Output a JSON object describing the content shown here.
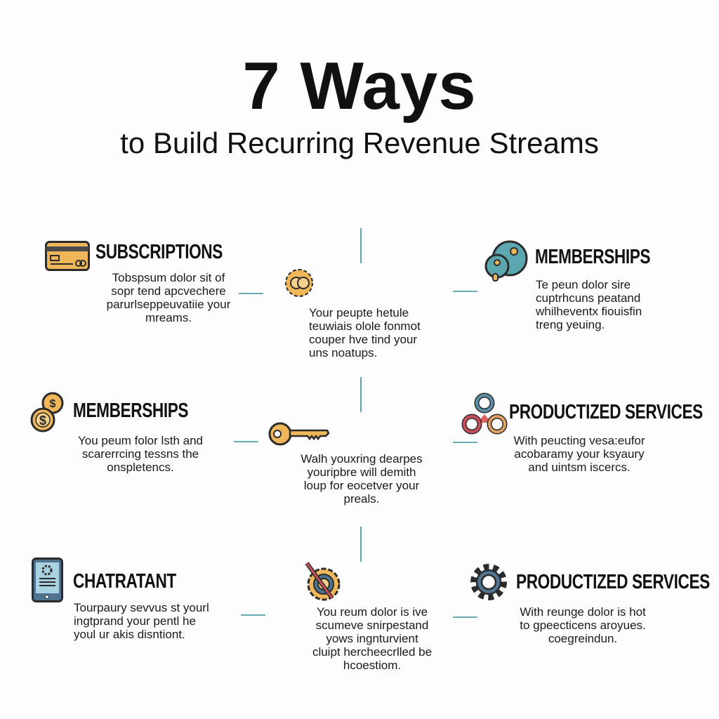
{
  "header": {
    "title": "7 Ways",
    "subtitle": "to Build Recurring Revenue Streams"
  },
  "colors": {
    "teal": "#5aa7b0",
    "gold": "#f0b75a",
    "outline": "#2b2b2b",
    "slate": "#4f7391",
    "red": "#c8505a"
  },
  "items": [
    {
      "icon": "credit-card-icon",
      "heading": "SUBSCRIPTIONS",
      "lines": [
        "Tobspsum dolor sit of",
        "sopr tend apcvechere",
        "parurlseppeuvatiie your",
        "mreams."
      ]
    },
    {
      "icon": "gear-coin-icon",
      "heading": "",
      "lines": [
        "Your peupte hetule",
        "teuwiais olole fonmot",
        "couper hve tind your",
        "uns noatups."
      ]
    },
    {
      "icon": "membership-circles-icon",
      "heading": "MEMBERSHIPS",
      "lines": [
        "Te peun dolor sire",
        "cuptrhcuns peatand",
        "whilheventx fiouisfin",
        "treng yeuing."
      ]
    },
    {
      "icon": "coins-icon",
      "heading": "MEMBERSHIPS",
      "lines": [
        "You peum folor lsth and",
        "scarerrcing tessns the",
        "onspletencs."
      ]
    },
    {
      "icon": "key-icon",
      "heading": "",
      "lines": [
        "Walh youxring dearpes",
        "youripbre will demith",
        "loup for eocetver your",
        "preals."
      ]
    },
    {
      "icon": "linked-rings-icon",
      "heading": "PRODUCTIZED SERVICES",
      "lines": [
        "With peucting vesa:eufor",
        "acobaramy your ksyaury",
        "and uintsm iscercs."
      ]
    },
    {
      "icon": "phone-gear-icon",
      "heading": "CHATRATANT",
      "lines": [
        "Tourpaury sevvus st yourl",
        "ingtprand your pentl he",
        "youl ur akis disntiont."
      ]
    },
    {
      "icon": "gear-target-icon",
      "heading": "",
      "lines": [
        "You reum dolor is ive",
        "scumeve snirpestand",
        "yows ingnturvient",
        "cluipt hercheecrlled be",
        "hcoestiom."
      ]
    },
    {
      "icon": "gear-icon",
      "heading": "PRODUCTIZED SERVICES",
      "lines": [
        "With reunge dolor is hot",
        "to gpeecticens aroyues.",
        "coegreindun."
      ]
    }
  ]
}
